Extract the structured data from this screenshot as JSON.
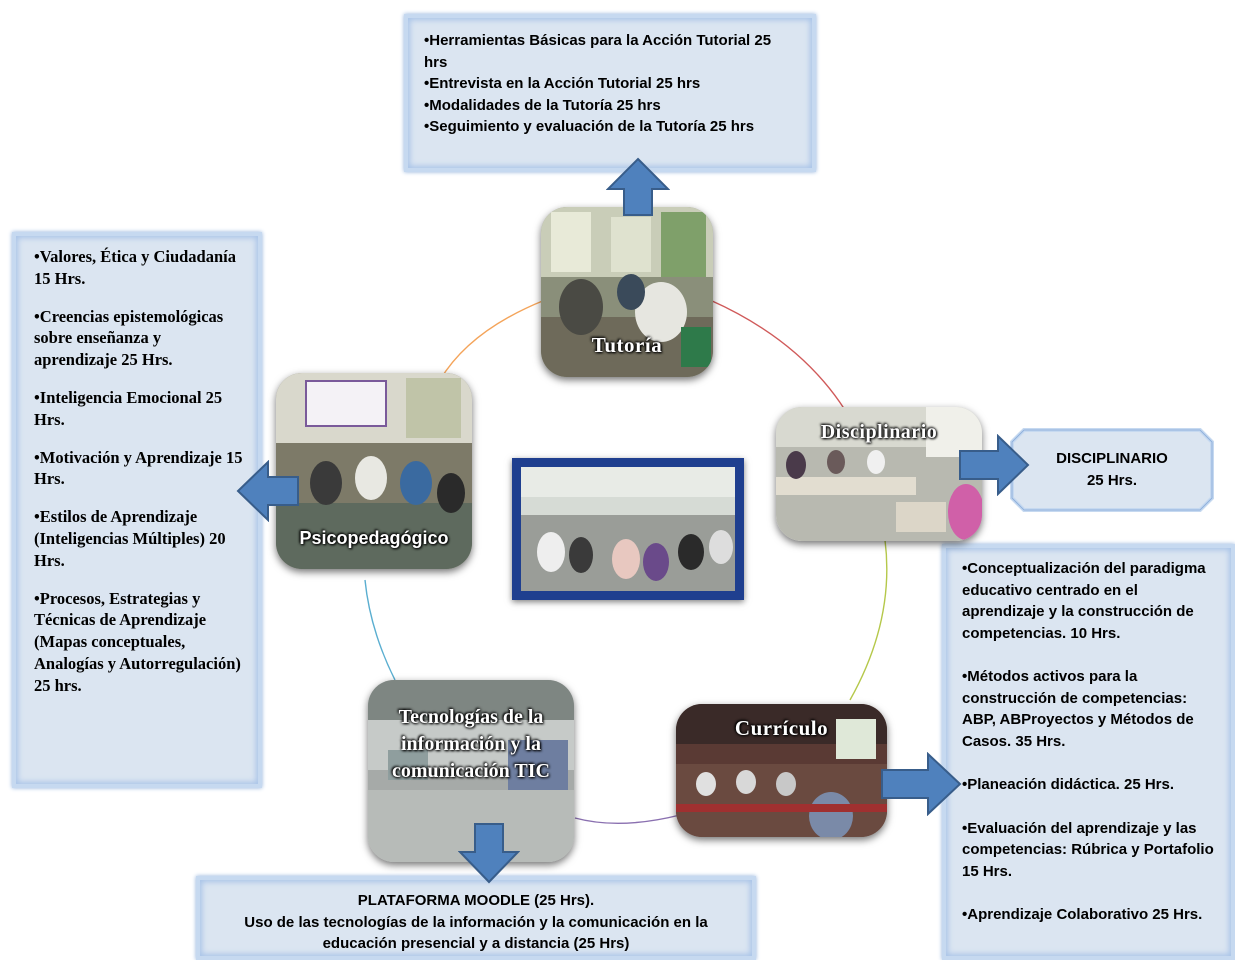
{
  "tutoria_box": {
    "items": [
      "•Herramientas Básicas para la Acción Tutorial 25 hrs",
      "•Entrevista en la Acción Tutorial 25 hrs",
      "•Modalidades de la Tutoría 25 hrs",
      "•Seguimiento y evaluación de la Tutoría  25 hrs"
    ]
  },
  "psico_box": {
    "items": [
      "•Valores, Ética y Ciudadanía 15 Hrs.",
      "•Creencias epistemológicas sobre enseñanza y aprendizaje 25 Hrs.",
      "•Inteligencia Emocional 25 Hrs.",
      "•Motivación y Aprendizaje  15 Hrs.",
      "•Estilos de Aprendizaje (Inteligencias Múltiples) 20 Hrs.",
      "•Procesos, Estrategias y Técnicas de Aprendizaje (Mapas conceptuales, Analogías y Autorregulación)  25 hrs."
    ]
  },
  "disciplinario_box": {
    "line1": "DISCIPLINARIO",
    "line2": "25 Hrs."
  },
  "curriculo_box": {
    "items": [
      "•Conceptualización del paradigma educativo centrado en el aprendizaje y la construcción de competencias. 10 Hrs.",
      "•Métodos activos para la construcción de competencias: ABP, ABProyectos y Métodos de Casos.  35 Hrs.",
      "•Planeación didáctica. 25 Hrs.",
      "•Evaluación del aprendizaje y las competencias: Rúbrica y Portafolio 15 Hrs.",
      "•Aprendizaje Colaborativo  25 Hrs."
    ]
  },
  "tic_box": {
    "line1": "PLATAFORMA MOODLE (25 Hrs).",
    "line2": "Uso de las tecnologías de la información y la comunicación en la",
    "line3": "educación presencial y a distancia (25 Hrs)"
  },
  "nodes": {
    "tutoria": "Tutoría",
    "disciplinario": "Disciplinario",
    "psicopedagogico": "Psicopedagógico",
    "curriculo": "Currículo",
    "tic": "Tecnologías de la información y la comunicación TIC"
  },
  "colors": {
    "box_fill": "#dbe5f1",
    "box_border": "#c6d9f0",
    "arrow": "#4f81bd",
    "arrow_border": "#385d8a",
    "center_frame": "#1f3f8f"
  }
}
